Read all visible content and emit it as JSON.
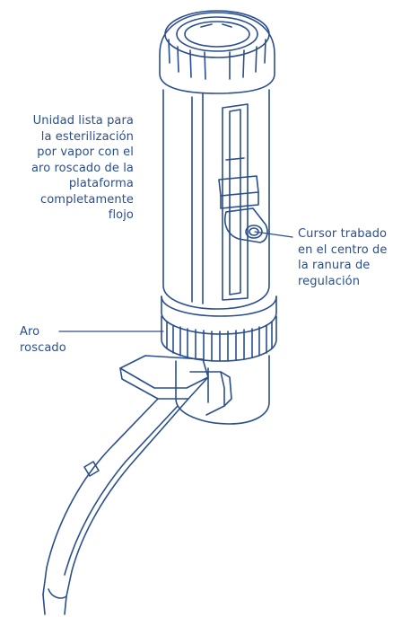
{
  "colors": {
    "line": "#2a4e8e",
    "text": "#2a4e8e",
    "background": "#ffffff"
  },
  "callouts": {
    "steam_unit": [
      "Unidad lista para",
      "la esterilización",
      "por vapor con el",
      "aro roscado de la",
      "plataforma",
      "completamente",
      "flojo"
    ],
    "cursor": [
      "Cursor trabado",
      "en el centro de",
      "la ranura de",
      "regulación"
    ],
    "thread_ring": [
      "Aro",
      "roscado"
    ]
  }
}
